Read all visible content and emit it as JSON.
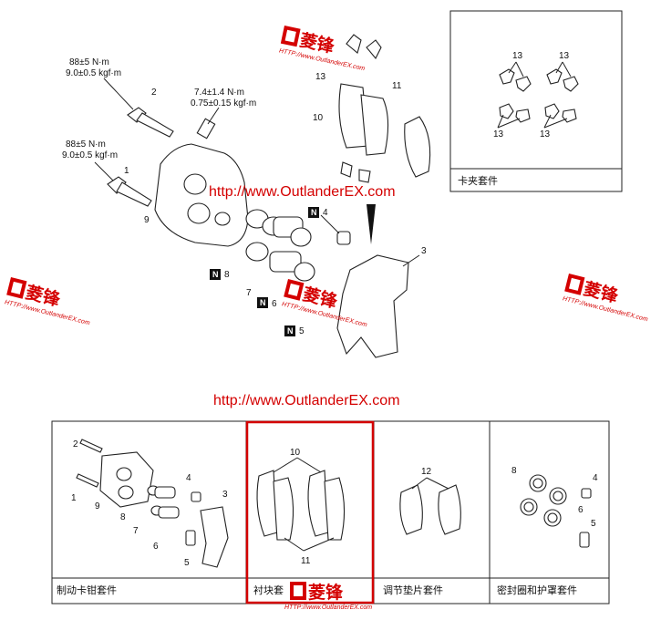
{
  "torque": {
    "bolt2_nm": "88±5 N·m",
    "bolt2_kgf": "9.0±0.5 kgf·m",
    "bleeder_nm": "7.4±1.4 N·m",
    "bleeder_kgf": "0.75±0.15 kgf·m",
    "bolt1_nm": "88±5 N·m",
    "bolt1_kgf": "9.0±0.5 kgf·m"
  },
  "callouts": {
    "c1": "1",
    "c2": "2",
    "c3": "3",
    "c4": "4",
    "c5": "5",
    "c6": "6",
    "c7": "7",
    "c8": "8",
    "c9": "9",
    "c10": "10",
    "c11": "11",
    "c12": "12",
    "c13": "13"
  },
  "n_marker": "N",
  "kits": {
    "clip_kit": "卡夹套件",
    "caliper_kit": "制动卡钳套件",
    "pad_kit": "衬块套",
    "shim_kit": "调节垫片套件",
    "seal_kit": "密封圈和护罩套件"
  },
  "watermark": {
    "url": "http://www.OutlanderEX.com",
    "brand": "菱锋",
    "small_url": "HTTP://www.OutlanderEX.com"
  },
  "colors": {
    "watermark_red": "#d40000",
    "highlight_red": "#d40000",
    "line": "#222222"
  }
}
